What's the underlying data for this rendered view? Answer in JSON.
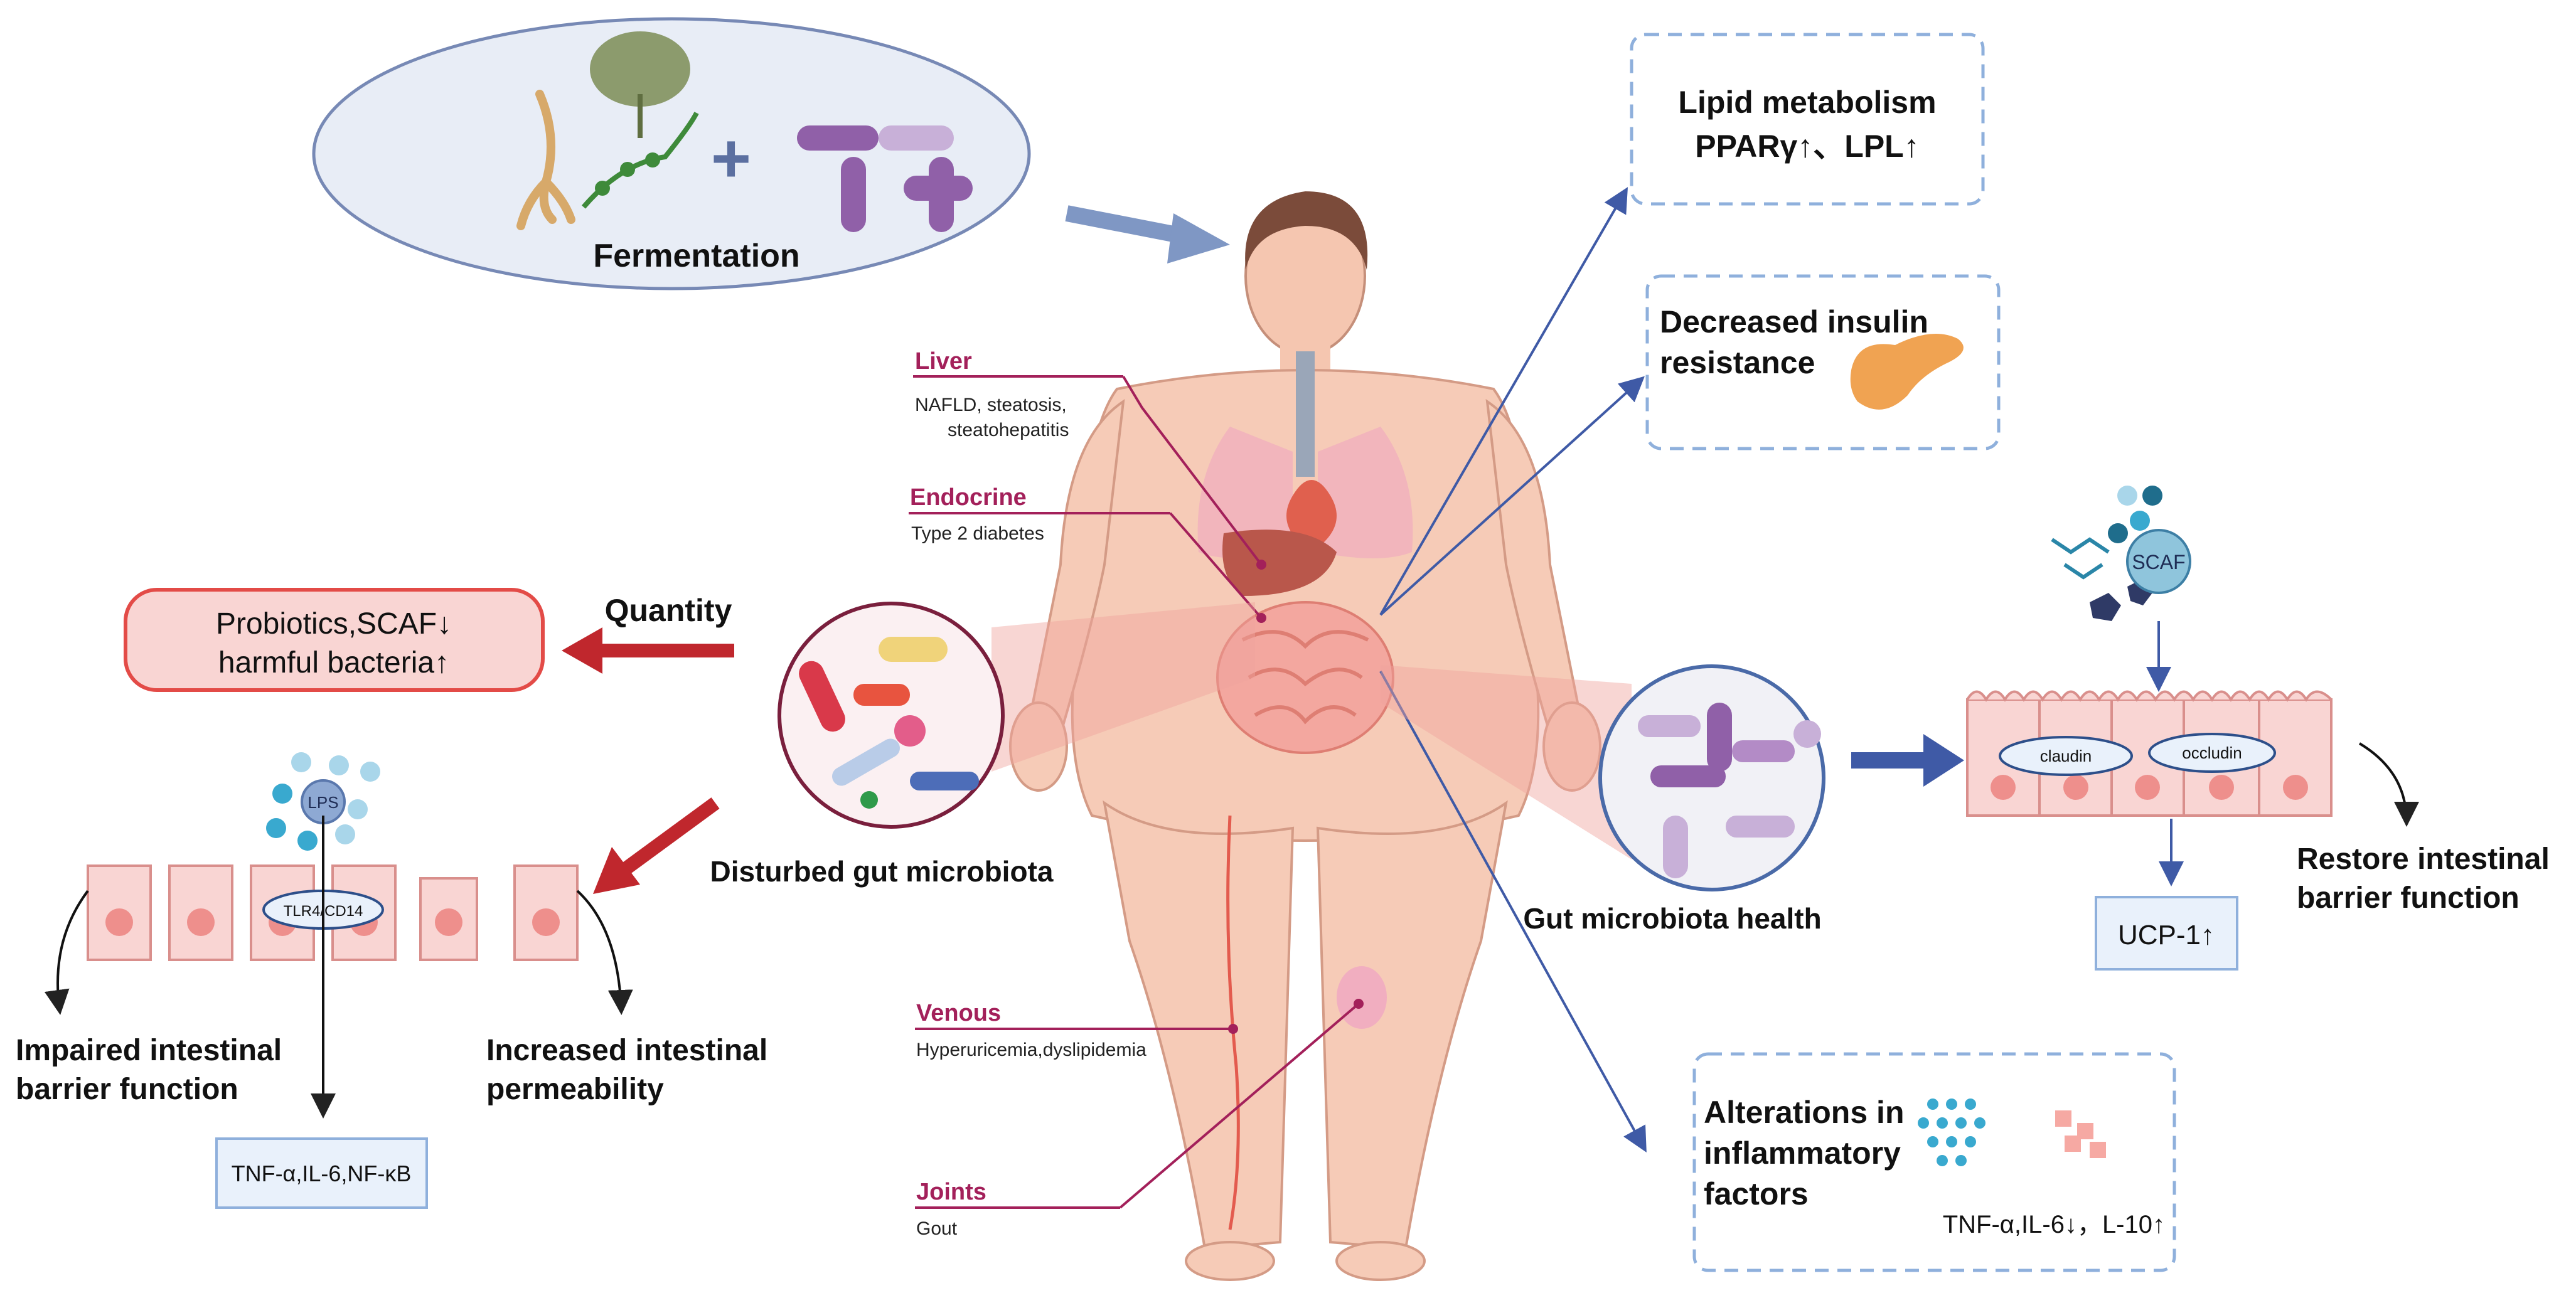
{
  "fermentation": {
    "label": "Fermentation",
    "plus": "+"
  },
  "organs": {
    "liver": {
      "title": "Liver",
      "line1": "NAFLD, steatosis,",
      "line2": "steatohepatitis"
    },
    "endocrine": {
      "title": "Endocrine",
      "desc": "Type 2 diabetes"
    },
    "venous": {
      "title": "Venous",
      "desc": "Hyperuricemia,dyslipidemia"
    },
    "joints": {
      "title": "Joints",
      "desc": "Gout"
    }
  },
  "outcomes": {
    "lipid": {
      "line1": "Lipid metabolism",
      "line2": "PPARγ↑、LPL↑"
    },
    "insulin": {
      "line1": "Decreased insulin",
      "line2": "resistance"
    },
    "inflammatory": {
      "line1": "Alterations in",
      "line2": "inflammatory",
      "line3": "factors",
      "values": "TNF-α,IL-6↓，L-10↑"
    }
  },
  "left": {
    "quantity": "Quantity",
    "box_line1": "Probiotics,SCAF↓",
    "box_line2": "harmful bacteria↑",
    "disturbed": "Disturbed gut microbiota",
    "lps": "LPS",
    "tlr": "TLR4/CD14",
    "impaired_line1": "Impaired intestinal",
    "impaired_line2": "barrier function",
    "increased_line1": "Increased intestinal",
    "increased_line2": "permeability",
    "cytokines": "TNF-α,IL-6,NF-κB"
  },
  "right": {
    "healthy": "Gut microbiota health",
    "scaf": "SCAF",
    "claudin": "claudin",
    "occludin": "occludin",
    "ucp": "UCP-1↑",
    "restore_line1": "Restore intestinal",
    "restore_line2": "barrier function"
  },
  "colors": {
    "accent_red": "#c0272d",
    "organ_label": "#a3205a",
    "dashed_box": "#8fb0dc",
    "blue_arrow": "#3f5aa6",
    "skin": "#f6cbb7"
  }
}
